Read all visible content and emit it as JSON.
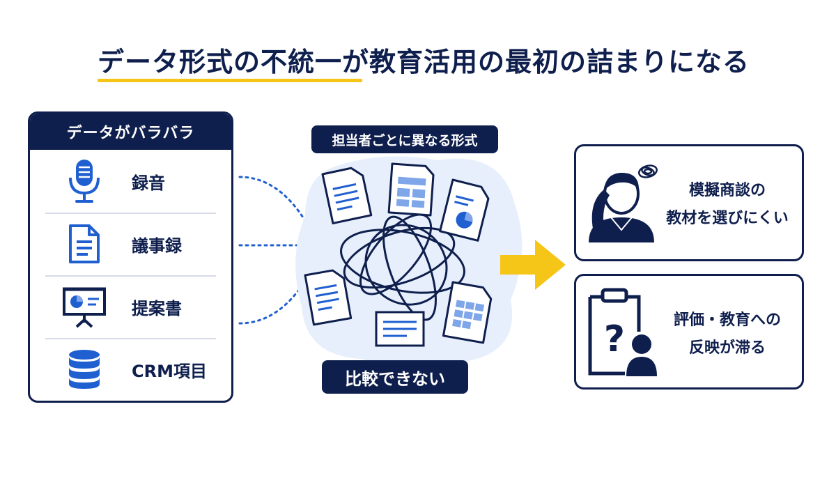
{
  "title": "データ形式の不統一が教育活用の最初の詰まりになる",
  "left_panel": {
    "header": "データがバラバラ",
    "items": [
      {
        "icon": "microphone-icon",
        "label": "録音"
      },
      {
        "icon": "document-icon",
        "label": "議事録"
      },
      {
        "icon": "presentation-icon",
        "label": "提案書"
      },
      {
        "icon": "database-icon",
        "label": "CRM項目"
      }
    ]
  },
  "center": {
    "top_label": "担当者ごとに異なる形式",
    "bottom_label": "比較できない"
  },
  "outcomes": [
    {
      "icon": "confused-person-icon",
      "line1": "模擬商談の",
      "line2": "教材を選びにくい"
    },
    {
      "icon": "clipboard-question-icon",
      "line1": "評価・教育への",
      "line2": "反映が滞る"
    }
  ],
  "colors": {
    "navy": "#0f1f4d",
    "blue": "#1f5fd0",
    "accent_yellow": "#f5c518",
    "blob": "#e7effc"
  }
}
